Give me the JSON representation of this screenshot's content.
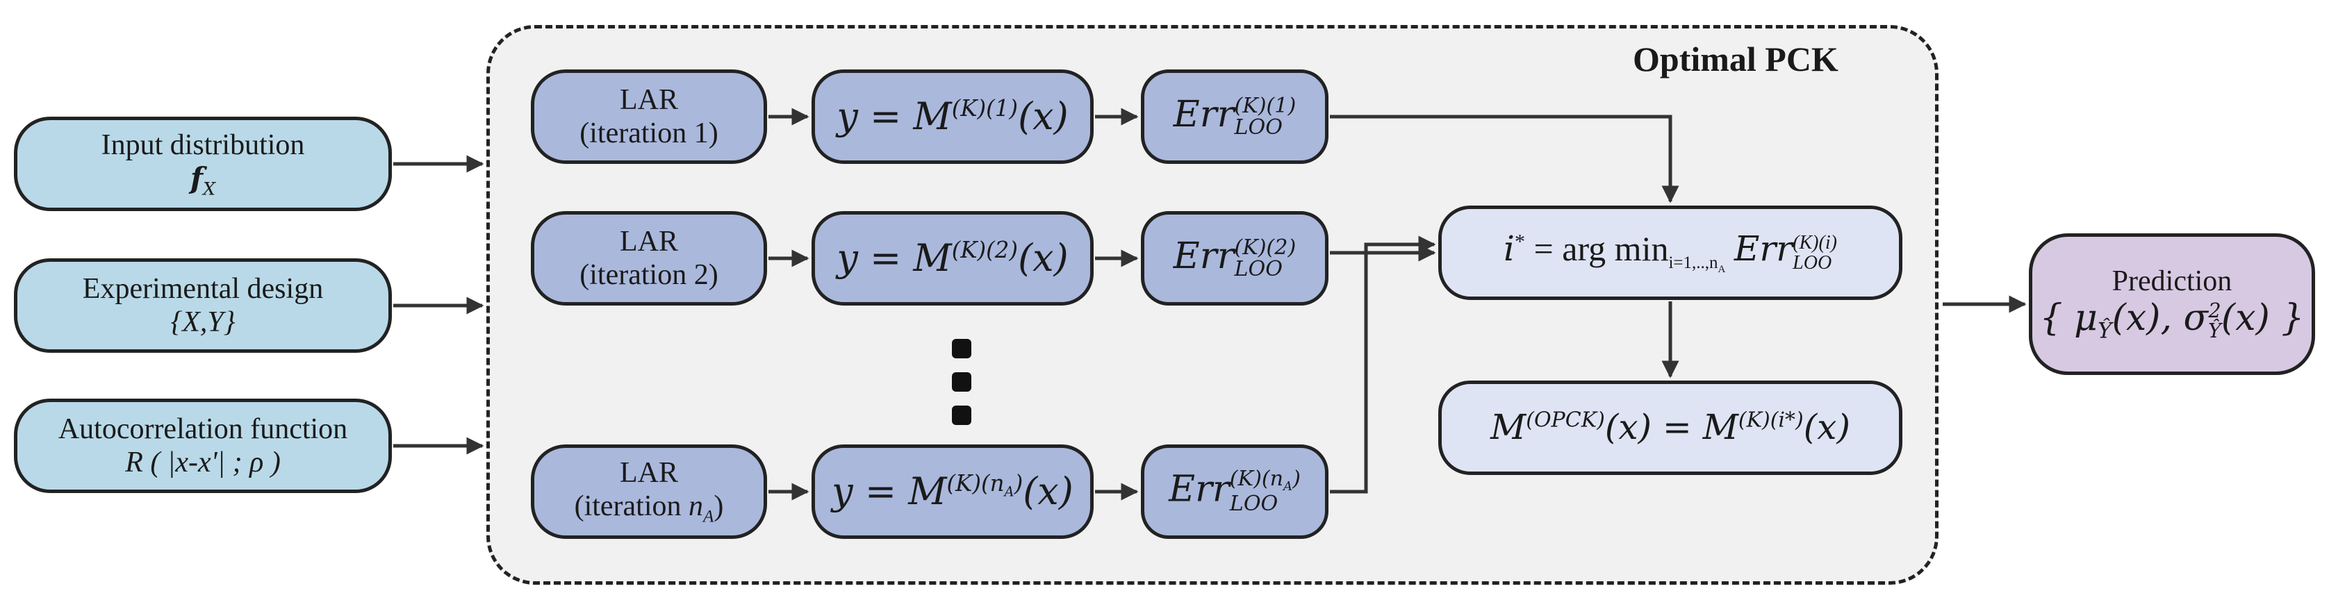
{
  "frame": {
    "title": "Optimal PCK"
  },
  "inputs": [
    {
      "title": "Input distribution",
      "formula": "f_X"
    },
    {
      "title": "Experimental design",
      "formula": "{X,Y}"
    },
    {
      "title": "Autocorrelation function",
      "formula": "R ( |x-x'| ; ρ )"
    }
  ],
  "lar": [
    {
      "line1": "LAR",
      "line2": "(iteration 1)"
    },
    {
      "line1": "LAR",
      "line2": "(iteration 2)"
    },
    {
      "line1": "LAR",
      "line2": "(iteration n_A)"
    }
  ],
  "models": [
    {
      "lhs": "y = M",
      "sup": "(K)(1)",
      "rhs": "(x)"
    },
    {
      "lhs": "y = M",
      "sup": "(K)(2)",
      "rhs": "(x)"
    },
    {
      "lhs": "y = M",
      "sup": "(K)(n_A)",
      "rhs": "(x)"
    }
  ],
  "errors": [
    {
      "base": "Err",
      "sup": "(K)(1)",
      "sub": "LOO"
    },
    {
      "base": "Err",
      "sup": "(K)(2)",
      "sub": "LOO"
    },
    {
      "base": "Err",
      "sup": "(K)(n_A)",
      "sub": "LOO"
    }
  ],
  "selection": {
    "text": "i* = arg min_{i=1,..,n_A} Err_LOO^{(K)(i)}",
    "lhs": "i",
    "lhs_sup": "*",
    "op": " = arg min",
    "op_sub": "i=1,..,n",
    "op_sub_sub": "A",
    "err": "Err",
    "err_sub": "LOO",
    "err_sup": "(K)(i)"
  },
  "optimal_model": {
    "text": "M^(OPCK)(x) = M^(K)(i*)(x)",
    "m1": "M",
    "sup1": "(OPCK)",
    "mid": "(x) = M",
    "sup2": "(K)(i*)",
    "end": "(x)"
  },
  "prediction": {
    "title": "Prediction",
    "formula": "{ μ_Ŷ(x), σ²_Ŷ(x) }",
    "mu": "μ",
    "mu_sub": "Ŷ",
    "mu_arg": "(x), ",
    "sigma": "σ",
    "sigma_sup": "2",
    "sigma_sub": "Ŷ",
    "sigma_arg": "(x)"
  },
  "colors": {
    "input_fill": "#b9d9e8",
    "lar_fill": "#aab8dc",
    "select_fill": "#dfe4f4",
    "prediction_fill": "#d7c9e2",
    "frame_fill": "#f1f1f1",
    "stroke": "#222222"
  }
}
